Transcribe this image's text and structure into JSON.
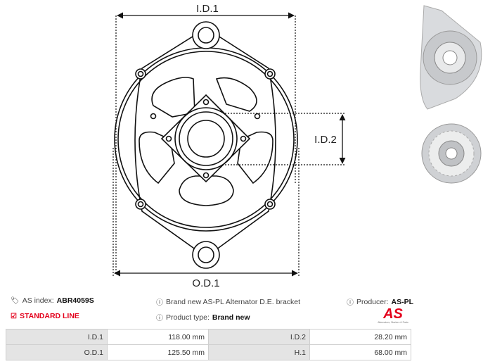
{
  "drawing": {
    "dim_labels": {
      "id1": "I.D.1",
      "id2": "I.D.2",
      "od1": "O.D.1"
    }
  },
  "info": {
    "as_index_label": "AS index:",
    "as_index_value": "ABR4059S",
    "description": "Brand new AS-PL Alternator D.E. bracket",
    "producer_label": "Producer:",
    "producer_value": "AS-PL",
    "line": "STANDARD LINE",
    "product_type_label": "Product type:",
    "product_type_value": "Brand new",
    "logo_text": "AS",
    "logo_tagline": "Alternators, Starters & Parts"
  },
  "icons": {
    "tags": "tags-icon",
    "info": "info-circle-icon",
    "check": "check-square-icon"
  },
  "colors": {
    "accent": "#e3001b",
    "table_key_bg": "#e4e4e4"
  },
  "specs": [
    [
      {
        "k": "I.D.1",
        "v": "118.00 mm"
      },
      {
        "k": "I.D.2",
        "v": "28.20 mm"
      }
    ],
    [
      {
        "k": "O.D.1",
        "v": "125.50 mm"
      },
      {
        "k": "H.1",
        "v": "68.00 mm"
      }
    ]
  ]
}
